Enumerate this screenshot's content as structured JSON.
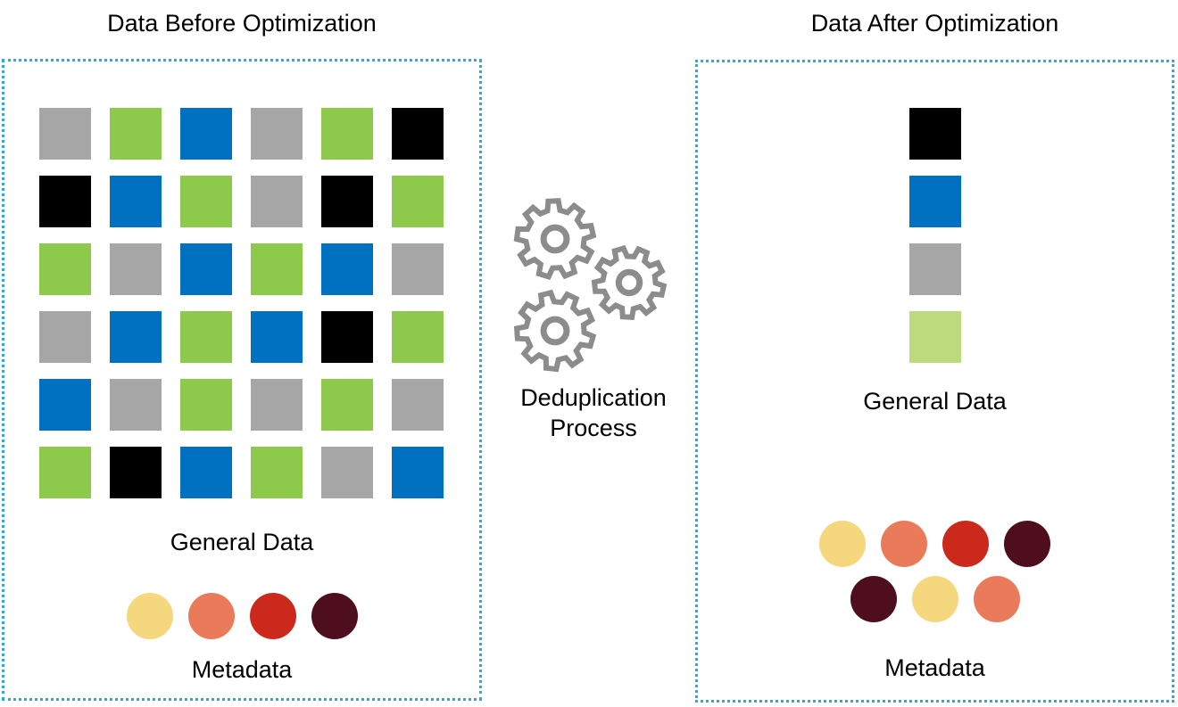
{
  "left_panel": {
    "title": "Data Before Optimization",
    "general_data_label": "General Data",
    "metadata_label": "Metadata",
    "grid_cells": [
      [
        "gray",
        "green",
        "blue",
        "gray",
        "green",
        "black"
      ],
      [
        "black",
        "blue",
        "green",
        "gray",
        "black",
        "green"
      ],
      [
        "green",
        "gray",
        "blue",
        "green",
        "blue",
        "gray"
      ],
      [
        "gray",
        "blue",
        "green",
        "blue",
        "black",
        "green"
      ],
      [
        "blue",
        "gray",
        "green",
        "gray",
        "green",
        "gray"
      ],
      [
        "green",
        "black",
        "blue",
        "green",
        "gray",
        "blue"
      ]
    ],
    "metadata_circles": [
      "yellow",
      "salmon",
      "red",
      "maroon"
    ]
  },
  "process": {
    "label_line1": "Deduplication",
    "label_line2": "Process",
    "icon": "gear-icon"
  },
  "right_panel": {
    "title": "Data After Optimization",
    "general_data_label": "General Data",
    "metadata_label": "Metadata",
    "stack_blocks": [
      "black",
      "blue",
      "gray",
      "lightgreen"
    ],
    "metadata_circles_row1": [
      "yellow",
      "salmon",
      "red",
      "maroon"
    ],
    "metadata_circles_row2": [
      "maroon",
      "yellow",
      "salmon"
    ]
  },
  "colors": {
    "gray": "#A6A6A6",
    "green": "#8DC94A",
    "blue": "#0071C0",
    "black": "#000000",
    "lightgreen": "#BCDB7D",
    "yellow": "#F5D77D",
    "salmon": "#EA7B5A",
    "red": "#CC291D",
    "maroon": "#4E0E1D",
    "box_border": "#29ABE2",
    "gear": "#8C8C8C",
    "text": "#000000"
  }
}
